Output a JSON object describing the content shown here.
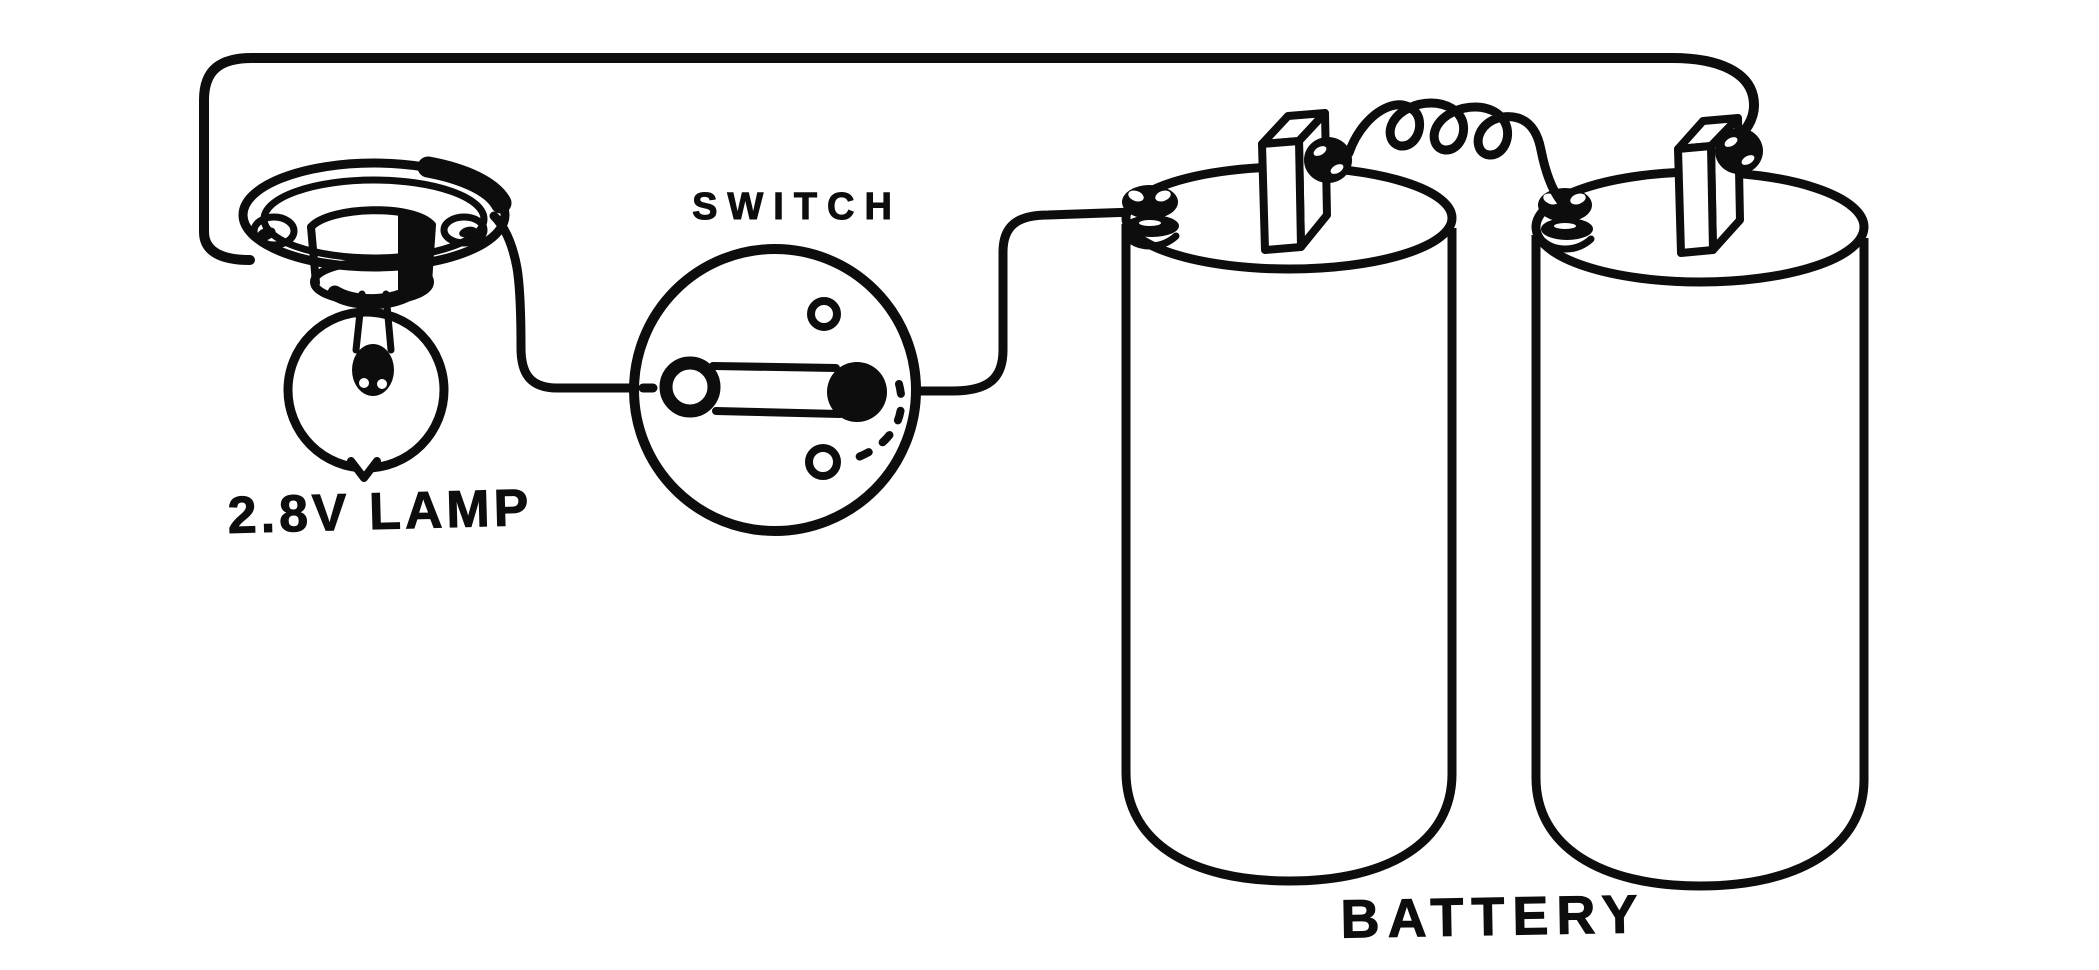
{
  "canvas": {
    "background": "#ffffff",
    "ink": "#0d0d0d"
  },
  "figure": {
    "type": "hand-drawn circuit illustration",
    "labels": {
      "lamp": "2.8V LAMP",
      "switch": "SWITCH",
      "battery": "BATTERY"
    },
    "components": [
      "ceiling-lamp-fixture-icon",
      "light-bulb-icon",
      "rotary-switch-icon",
      "dry-cell-battery-icon",
      "dry-cell-battery-icon",
      "connecting-wire",
      "coiled-wire"
    ]
  }
}
